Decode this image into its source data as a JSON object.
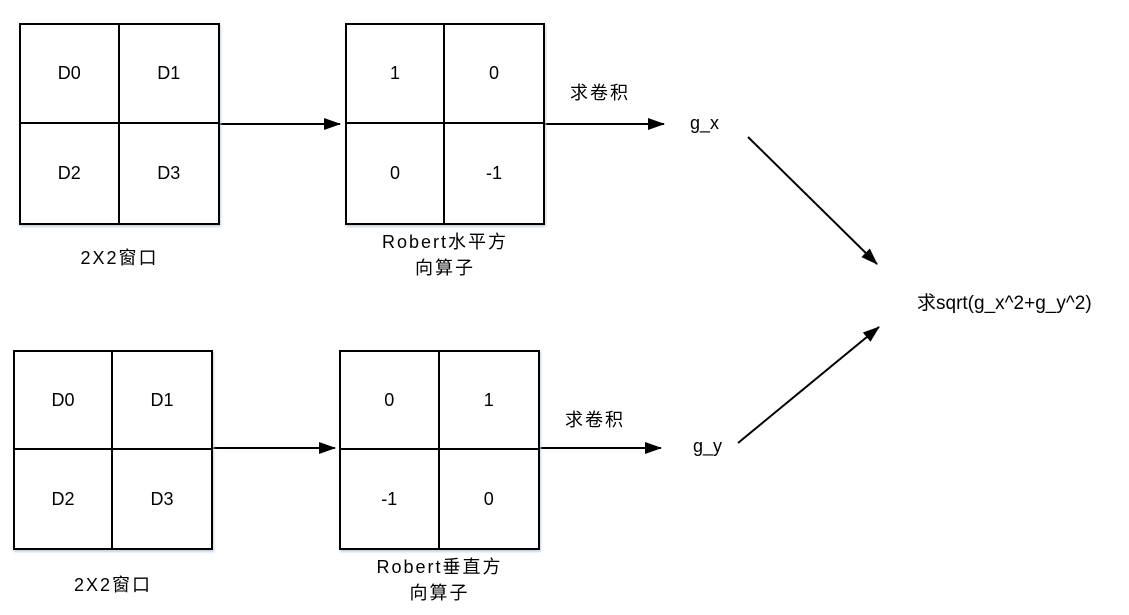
{
  "diagram": {
    "top_row": {
      "window": {
        "cells": [
          "D0",
          "D1",
          "D2",
          "D3"
        ],
        "caption": "2X2窗口"
      },
      "operator": {
        "cells": [
          "1",
          "0",
          "0",
          "-1"
        ],
        "caption_line1": "Robert水平方",
        "caption_line2": "向算子"
      },
      "convolution_label": "求卷积",
      "gradient_label": "g_x"
    },
    "bottom_row": {
      "window": {
        "cells": [
          "D0",
          "D1",
          "D2",
          "D3"
        ],
        "caption": "2X2窗口"
      },
      "operator": {
        "cells": [
          "0",
          "1",
          "-1",
          "0"
        ],
        "caption_line1": "Robert垂直方",
        "caption_line2": "向算子"
      },
      "convolution_label": "求卷积",
      "gradient_label": "g_y"
    },
    "result_label": "求sqrt(g_x^2+g_y^2)",
    "colors": {
      "line": "#000000",
      "text": "#000000",
      "background": "#ffffff",
      "box_shadow": "#b8cce4"
    }
  }
}
